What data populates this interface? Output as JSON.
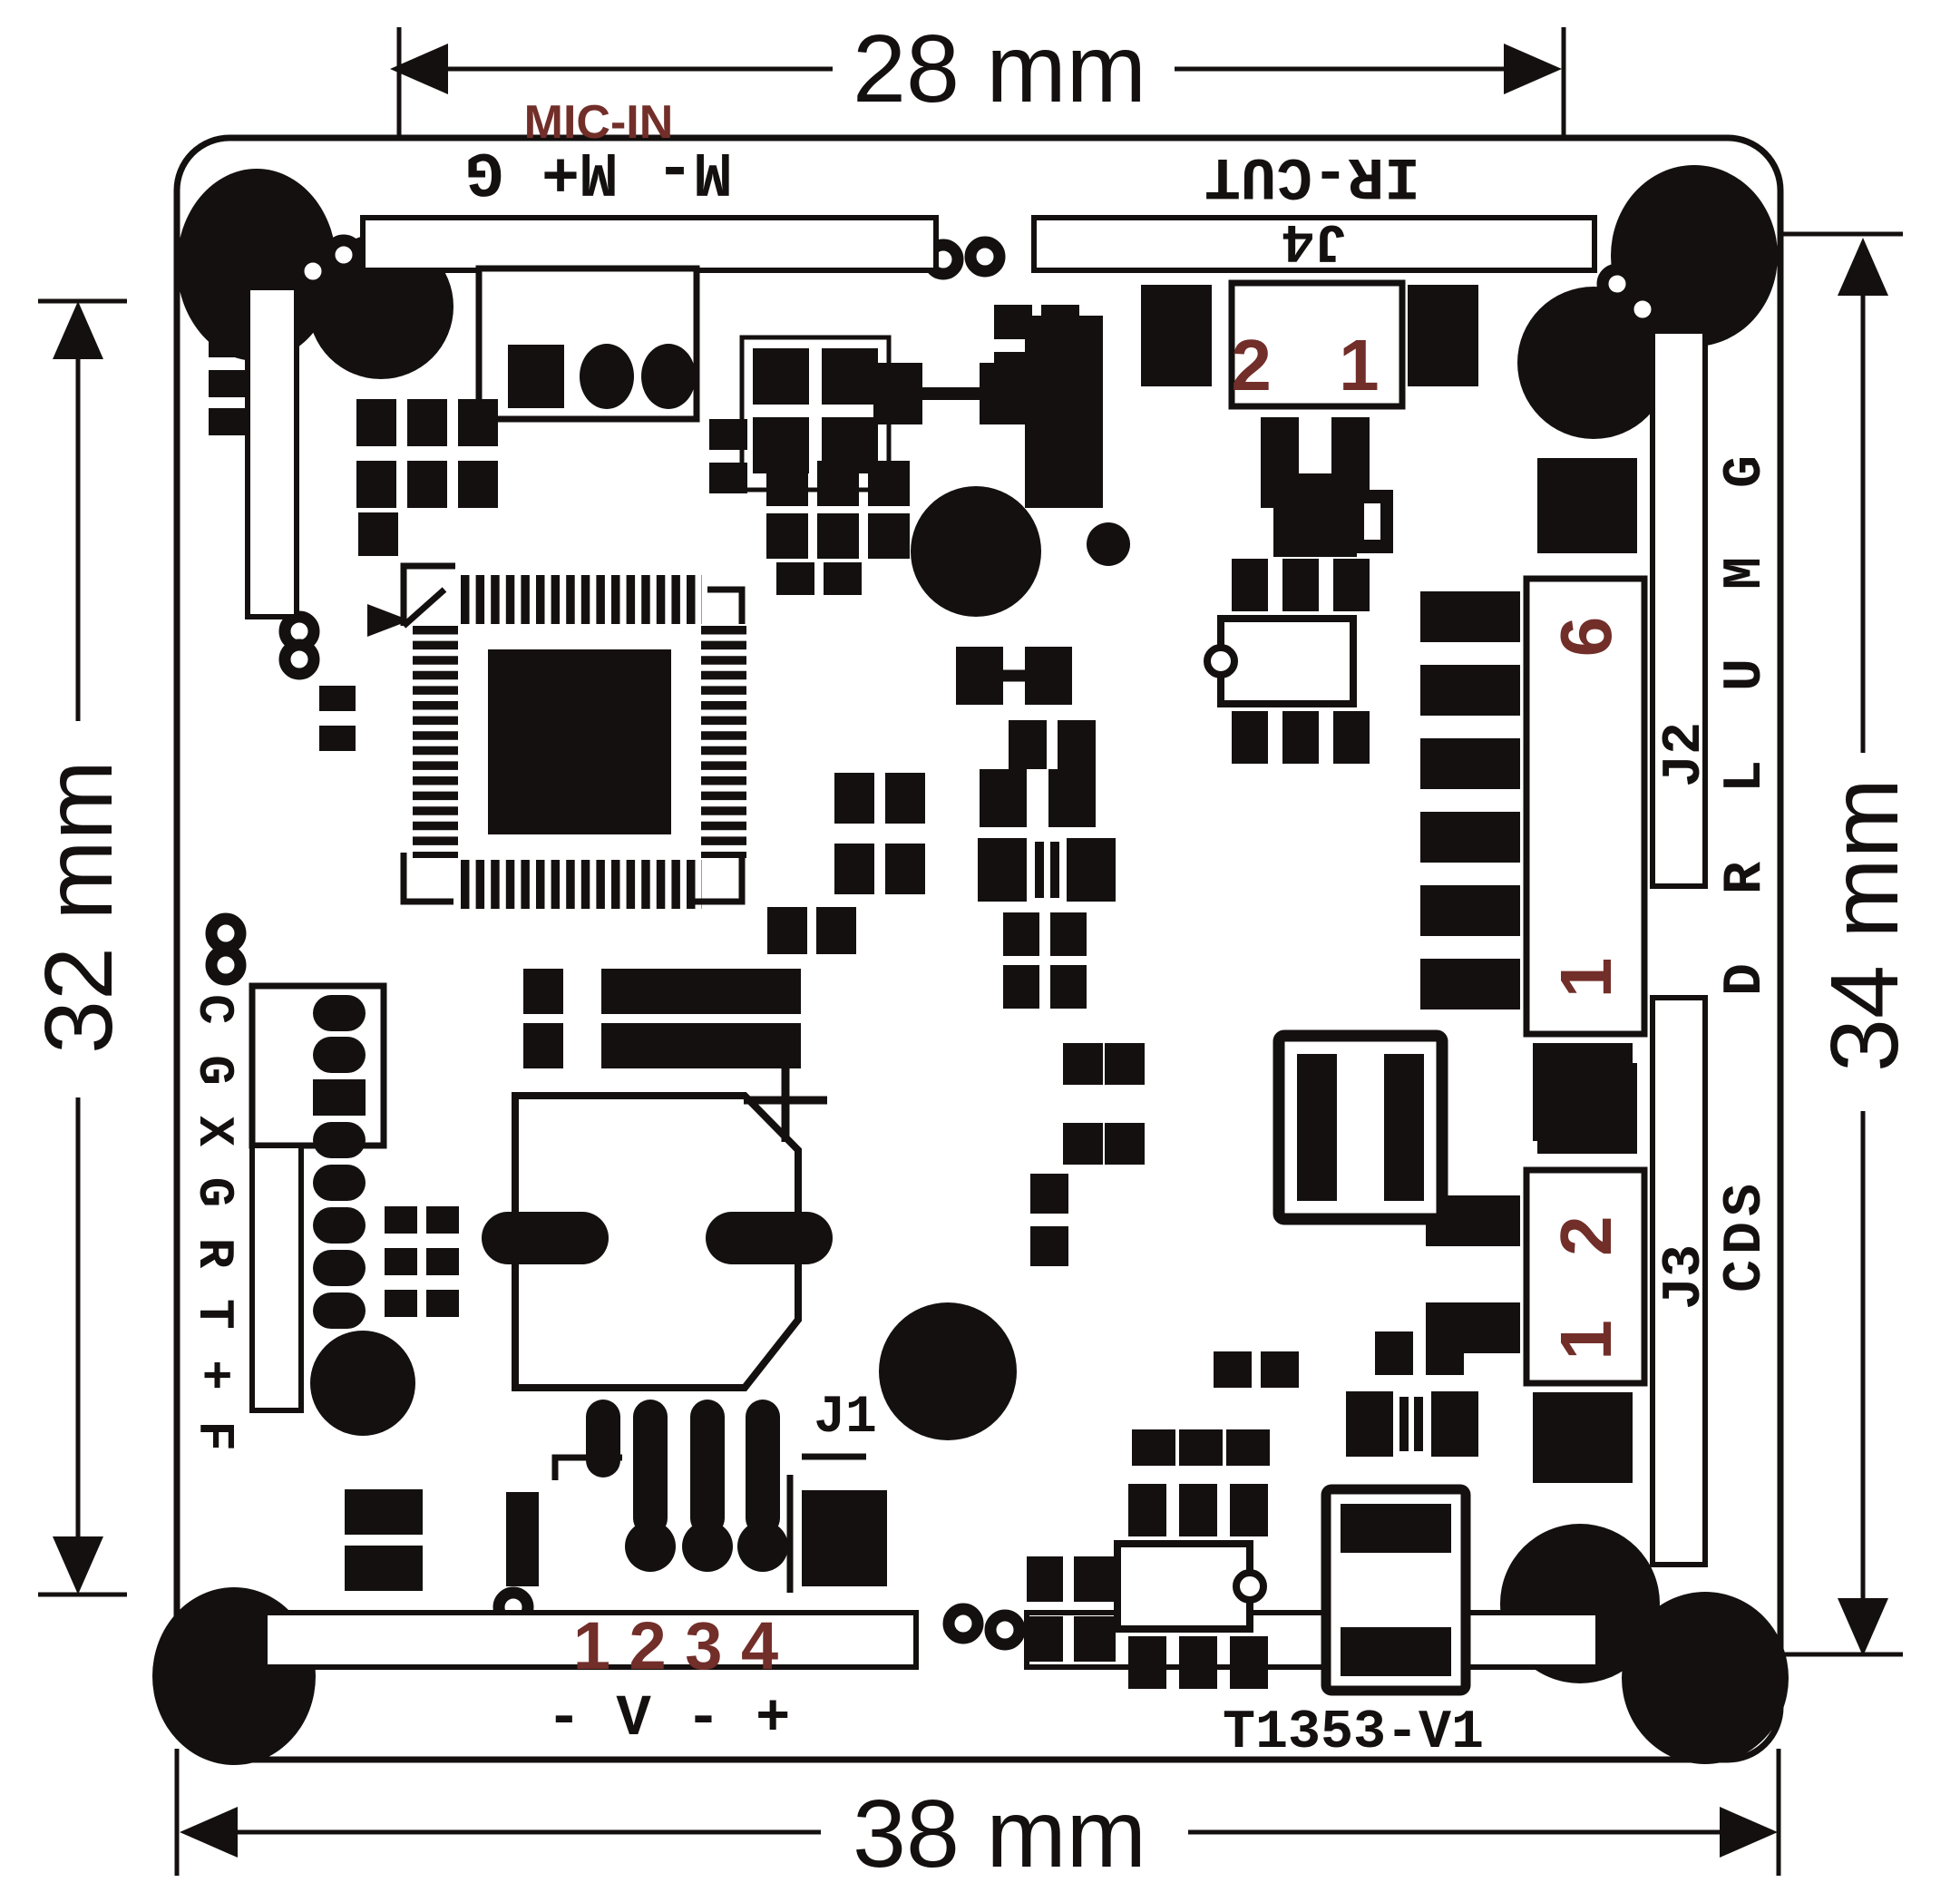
{
  "drawing": {
    "type": "pcb-dimension-diagram",
    "model": "T1353-V1",
    "colors": {
      "ink": "#151010",
      "accent": "#722e29",
      "board": "#ffffff"
    },
    "dimensions": {
      "top": "28 mm",
      "left": "32 mm",
      "right": "34 mm",
      "bottom": "38 mm"
    },
    "labels": {
      "mic": "MIC-IN",
      "mic_pins": "M- M+ G",
      "ircut": "IR-CUT",
      "j4": "J4",
      "j4_pins": "2 1",
      "j2": "J2",
      "j2_pin_last": "6",
      "j2_pin_first": "1",
      "j2_signals": "D R L U M G",
      "j3": "J3",
      "j3_pins": "1 2",
      "j3_signal": "CDS",
      "j1": "J1",
      "j1_pins": "1 2 3 4",
      "j1_signals": "- V - +",
      "left_connector_signals": "C G X G R T + F",
      "silkscreen_model": "T1353-V1"
    }
  }
}
